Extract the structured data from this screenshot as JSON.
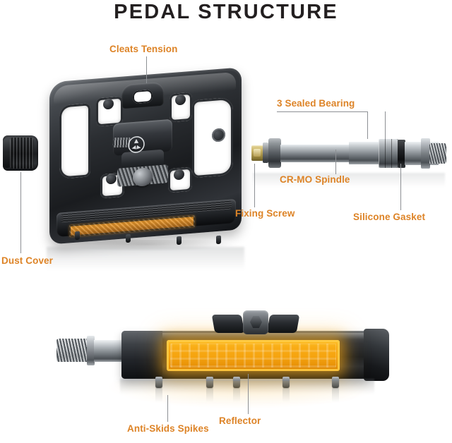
{
  "page": {
    "title": "PEDAL STRUCTURE",
    "accent_color": "#DD8326",
    "title_color": "#231F20",
    "background_color": "#FFFFFF",
    "reflector_color": "#F5A30F",
    "body_color": "#1D2023",
    "spindle_color": "#A0A6AB"
  },
  "labels": {
    "cleats_tension": "Cleats Tension",
    "sealed_bearing": "3 Sealed Bearing",
    "crmo_spindle": "CR-MO Spindle",
    "fixing_screw": "Fixing Screw",
    "silicone_gasket": "Silicone Gasket",
    "dust_cover": "Dust Cover",
    "anti_skids_spikes": "Anti-Skids Spikes",
    "reflector": "Reflector"
  },
  "parts": {
    "top_view": {
      "name": "pedal-top-view",
      "components": [
        "platform-body",
        "cleat-mechanism",
        "retention-spring",
        "tension-adjuster",
        "brand-logo",
        "front-reflector",
        "traction-pins"
      ]
    },
    "spindle_assembly": {
      "name": "crmo-spindle-assembly",
      "components": [
        "fixing-screw",
        "inner-flange",
        "sealed-bearing",
        "silicone-gasket",
        "outer-flange",
        "crank-thread"
      ]
    },
    "dust_cover": {
      "name": "dust-cover-cap",
      "components": [
        "threaded-barrel",
        "end-cap"
      ]
    },
    "bottom_view": {
      "name": "pedal-side-view",
      "components": [
        "threaded-axle",
        "pedal-body",
        "amber-reflector",
        "cleat-binding",
        "hex-bolt",
        "anti-skid-spikes"
      ]
    }
  }
}
